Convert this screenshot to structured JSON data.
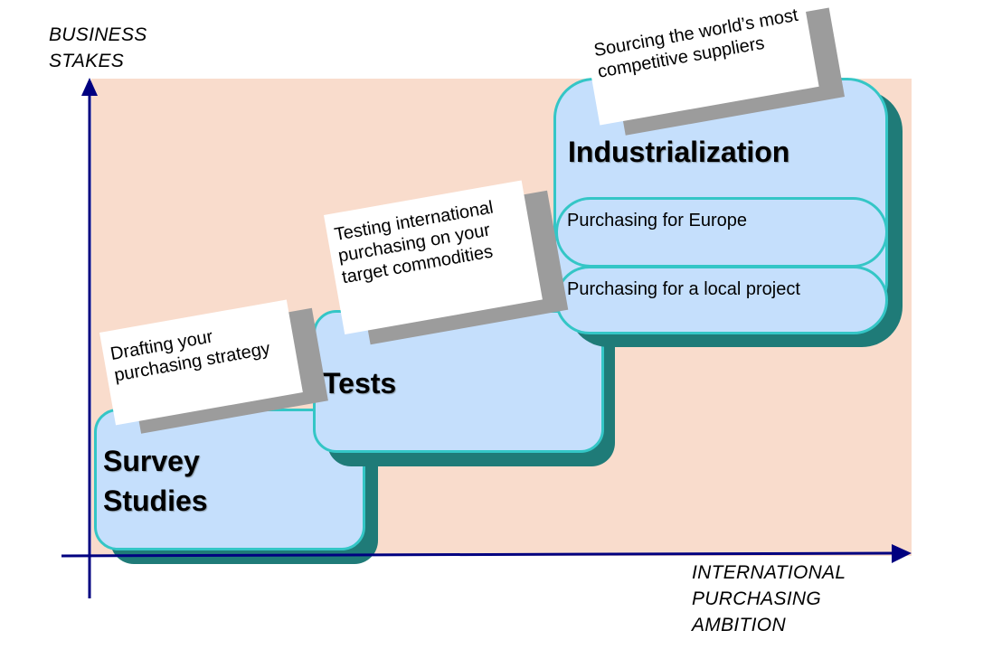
{
  "axes": {
    "y_label": "BUSINESS\nSTAKES",
    "x_label": "INTERNATIONAL\nPURCHASING\nAMBITION"
  },
  "stages": [
    {
      "title": "Survey\nStudies",
      "note": "Drafting your purchasing strategy"
    },
    {
      "title": "Tests",
      "note": "Testing international purchasing on your target commodities"
    },
    {
      "title": "Industrialization",
      "note": "Sourcing the world’s most competitive suppliers",
      "sub_items": [
        "Purchasing for Europe",
        "Purchasing for a local project"
      ]
    }
  ],
  "colors": {
    "background_panel": "#f9dccc",
    "box_fill": "#c5dffc",
    "box_border": "#34c6c6",
    "box_shadow": "#1f7b78",
    "axis": "#000080",
    "note_shadow": "#9c9c9c"
  }
}
